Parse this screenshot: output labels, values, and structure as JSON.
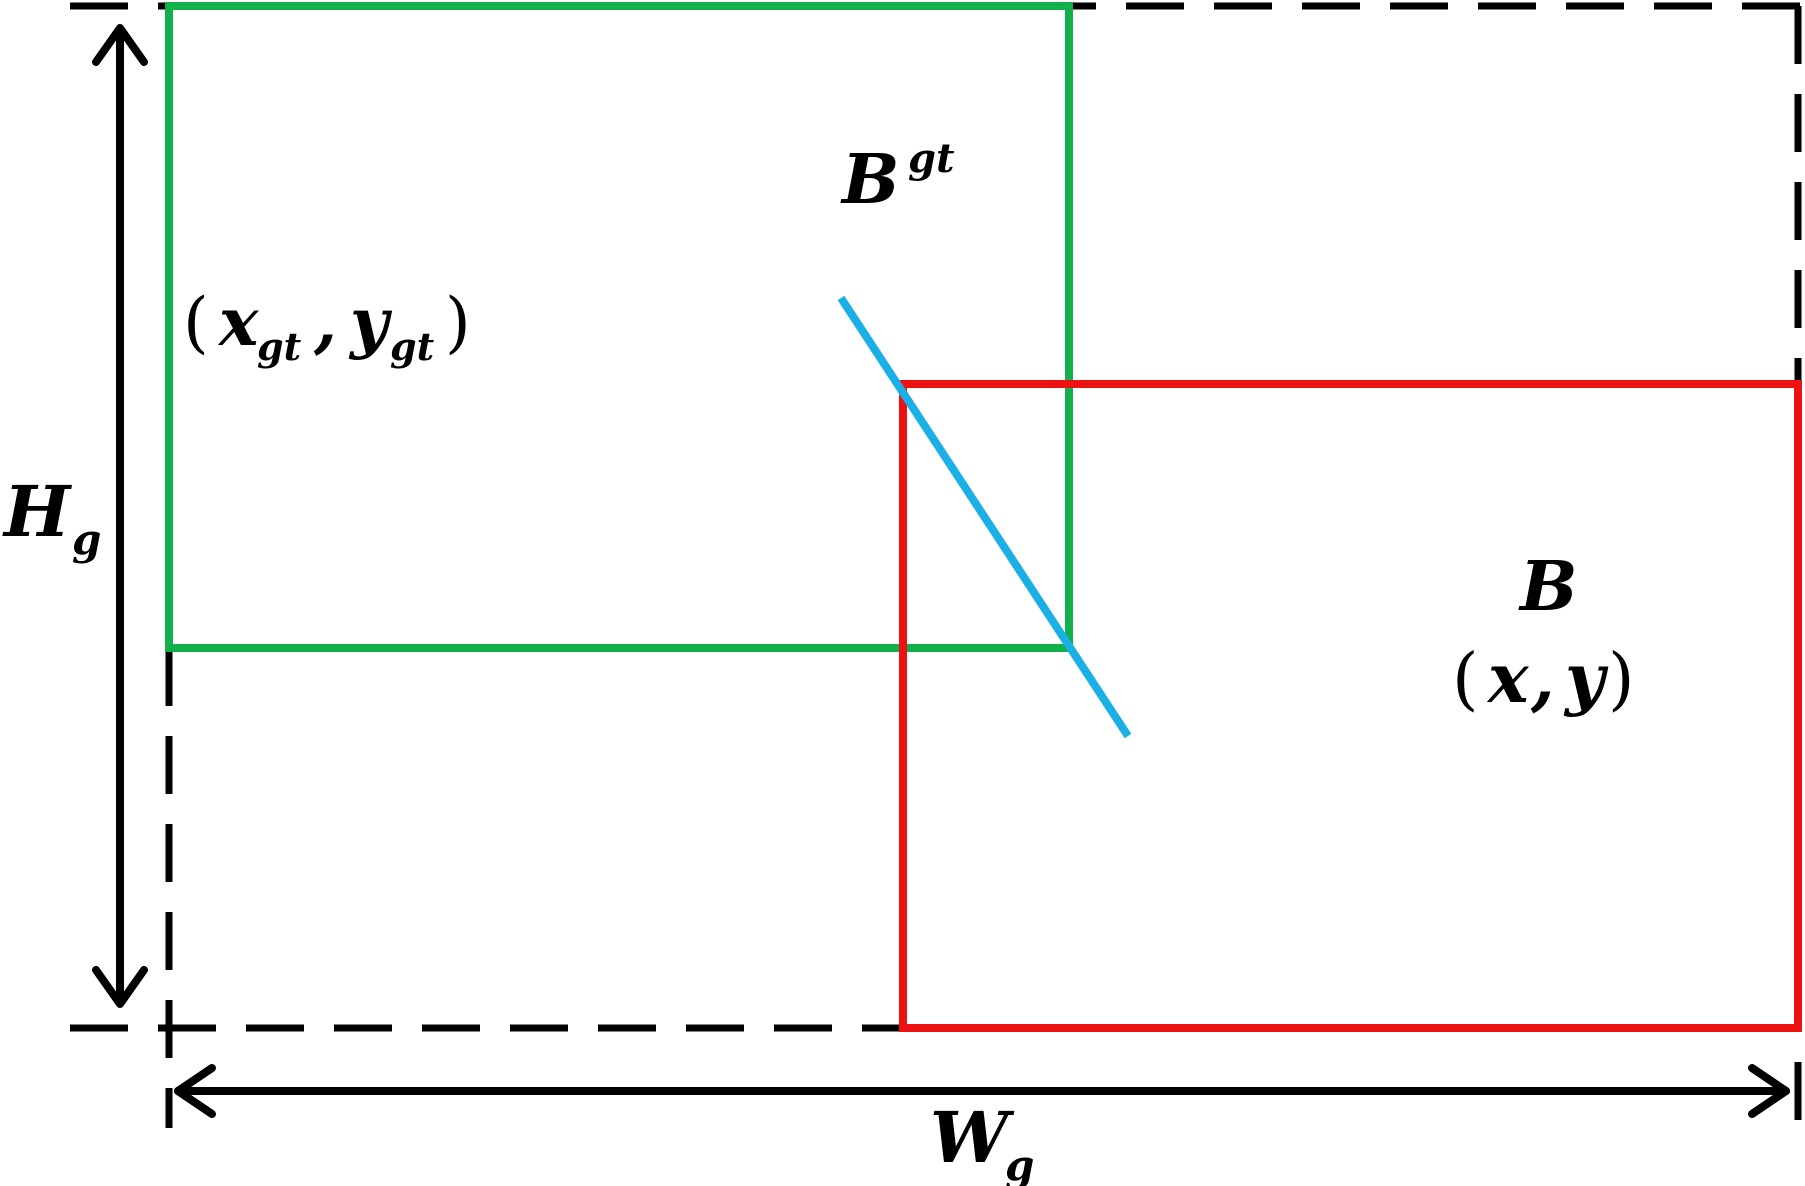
{
  "diagram": {
    "labels": {
      "gt_box": {
        "main": "B",
        "sup": "gt"
      },
      "gt_point": {
        "open": "(",
        "x": "x",
        "x_sub": "gt",
        "comma": ",",
        "y": "y",
        "y_sub": "gt",
        "close": ")"
      },
      "pred_box": {
        "main": "B"
      },
      "pred_point": {
        "open": "(",
        "x": "x",
        "comma": ",",
        "y": "y",
        "close": ")"
      },
      "height": {
        "main": "H",
        "sub": "g"
      },
      "width": {
        "main": "W",
        "sub": "g"
      }
    },
    "colors": {
      "ground_truth_box": "#12b04a",
      "predicted_box": "#ee1111",
      "center_distance_line": "#1ab0e6",
      "enclosing_box": "#000000",
      "dimension_arrows": "#000000"
    }
  }
}
